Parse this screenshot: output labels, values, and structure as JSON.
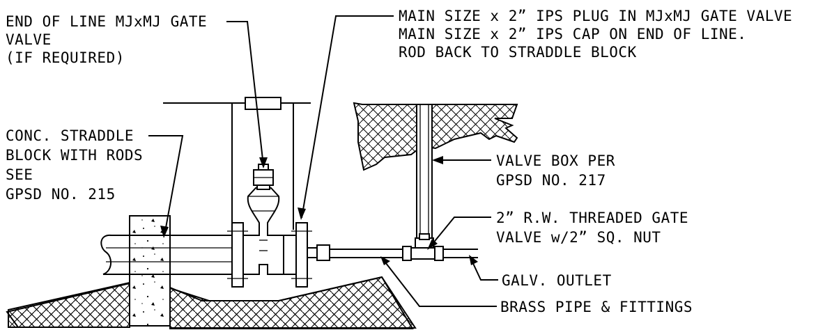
{
  "labels": {
    "end_of_line_valve": [
      "END OF LINE MJxMJ GATE",
      "VALVE",
      "(IF REQUIRED)"
    ],
    "main_size": [
      "MAIN SIZE x 2” IPS PLUG IN MJxMJ GATE VALVE",
      "MAIN SIZE x 2” IPS CAP ON END OF LINE.",
      "ROD BACK TO STRADDLE BLOCK"
    ],
    "straddle_block": [
      "CONC. STRADDLE",
      "BLOCK WITH RODS",
      "SEE",
      "GPSD NO. 215"
    ],
    "valve_box": [
      "VALVE BOX PER",
      "GPSD NO. 217"
    ],
    "threaded_gate_valve": [
      "2” R.W. THREADED GATE",
      "VALVE w/2” SQ. NUT"
    ],
    "galv_outlet": "GALV. OUTLET",
    "brass_pipe": "BRASS PIPE & FITTINGS"
  },
  "colors": {
    "line": "#000000",
    "background": "#ffffff"
  }
}
